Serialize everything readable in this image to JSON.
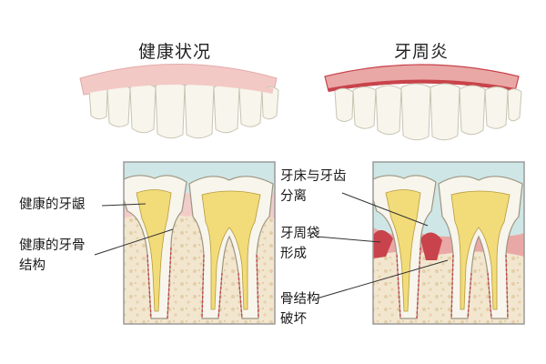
{
  "titles": {
    "healthy": "健康状况",
    "periodontitis": "牙周炎"
  },
  "labels": {
    "healthy_gum": "健康的牙龈",
    "healthy_bone_line1": "健康的牙骨",
    "healthy_bone_line2": "结构",
    "separation_line1": "牙床与牙齿",
    "separation_line2": "分离",
    "pocket_line1": "牙周袋",
    "pocket_line2": "形成",
    "bone_loss_line1": "骨结构",
    "bone_loss_line2": "破坏"
  },
  "colors": {
    "gum_pink": "#f3c9c6",
    "gum_inflamed": "#c8434b",
    "bone_beige": "#f0e4cc",
    "pulp_yellow": "#f2dc7a",
    "enamel": "#f7f5ec",
    "frame_border": "#9a9a9a",
    "leader_line": "#333333"
  }
}
